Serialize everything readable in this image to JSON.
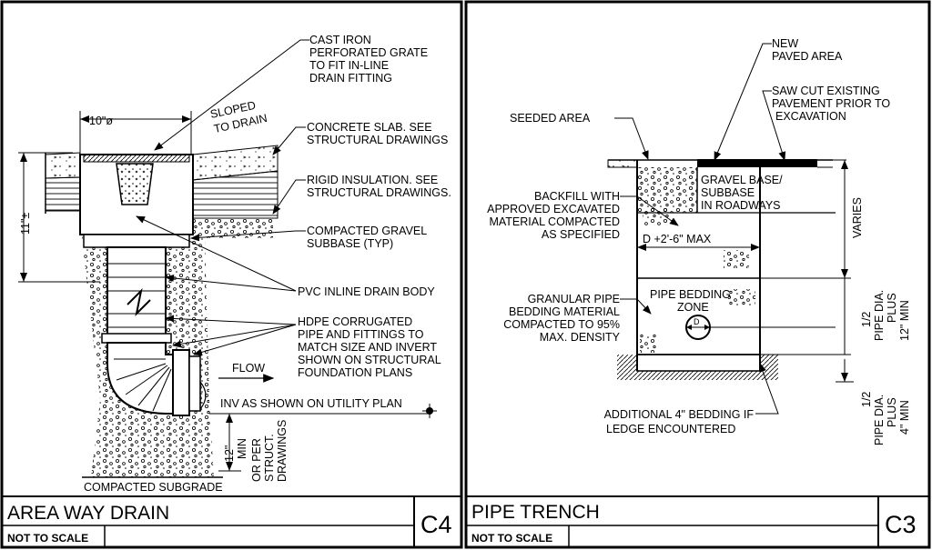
{
  "left_panel": {
    "title": "AREA WAY DRAIN",
    "scale": "NOT TO SCALE",
    "code": "C4",
    "dim_diameter": "10\"ø",
    "dim_height": "11\"±",
    "dim_min": "12\"",
    "dim_min2": "MIN",
    "sloped": [
      "SLOPED",
      "TO DRAIN"
    ],
    "flow": "FLOW",
    "inv": "INV AS SHOWN ON UTILITY PLAN",
    "or_per": [
      "OR PER",
      "STRUCT.",
      "DRAWINGS"
    ],
    "subgrade": "COMPACTED SUBGRADE",
    "callouts": [
      [
        "CAST IRON",
        "PERFORATED GRATE",
        "TO FIT IN-LINE",
        "DRAIN FITTING"
      ],
      [
        "CONCRETE SLAB. SEE",
        "STRUCTURAL DRAWINGS"
      ],
      [
        "RIGID INSULATION. SEE",
        "STRUCTURAL DRAWINGS."
      ],
      [
        "COMPACTED GRAVEL",
        "SUBBASE (TYP)"
      ],
      [
        "PVC INLINE DRAIN BODY"
      ],
      [
        "HDPE CORRUGATED",
        "PIPE AND FITTINGS TO",
        "MATCH SIZE AND INVERT",
        "SHOWN ON STRUCTURAL",
        "FOUNDATION PLANS"
      ]
    ]
  },
  "right_panel": {
    "title": "PIPE TRENCH",
    "scale": "NOT TO SCALE",
    "code": "C3",
    "new_paved": [
      "NEW",
      "PAVED AREA"
    ],
    "saw_cut": [
      "SAW CUT EXISTING",
      "PAVEMENT PRIOR TO",
      "EXCAVATION"
    ],
    "seeded": "SEEDED AREA",
    "gravel_base": [
      "GRAVEL BASE/",
      "SUBBASE",
      "IN ROADWAYS"
    ],
    "backfill": [
      "BACKFILL WITH",
      "APPROVED EXCAVATED",
      "MATERIAL COMPACTED",
      "AS SPECIFIED"
    ],
    "width": "D +2'-6\" MAX",
    "varies": "VARIES",
    "pipe_zone": [
      "PIPE BEDDING",
      "ZONE"
    ],
    "pipe_d": "D",
    "granular": [
      "GRANULAR PIPE",
      "BEDDING MATERIAL",
      "COMPACTED TO 95%",
      "MAX. DENSITY"
    ],
    "dim_upper": [
      "1/2",
      "PIPE DIA.",
      "PLUS",
      "12\" MIN"
    ],
    "dim_lower": [
      "1/2",
      "PIPE DIA.",
      "PLUS",
      "4\" MIN"
    ],
    "additional": [
      "ADDITIONAL 4\" BEDDING IF",
      "LEDGE ENCOUNTERED"
    ]
  }
}
